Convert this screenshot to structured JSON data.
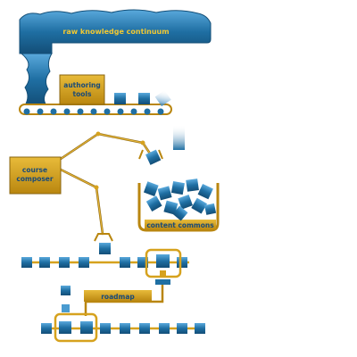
{
  "top_label": "raw knowledge continuum",
  "authoring_label": [
    "authoring",
    "tools"
  ],
  "composer_label": [
    "course",
    "composer"
  ],
  "commons_label": "content commons",
  "roadmap_label": "roadmap",
  "colors": {
    "blue": "#1f6fa3",
    "blue_light": "#4a9bd0",
    "blue_dark": "#134e77",
    "gold": "#d6a21e",
    "gold_dark": "#8a6510",
    "label_text": "#f2c832",
    "box_text": "#1a4b78"
  }
}
